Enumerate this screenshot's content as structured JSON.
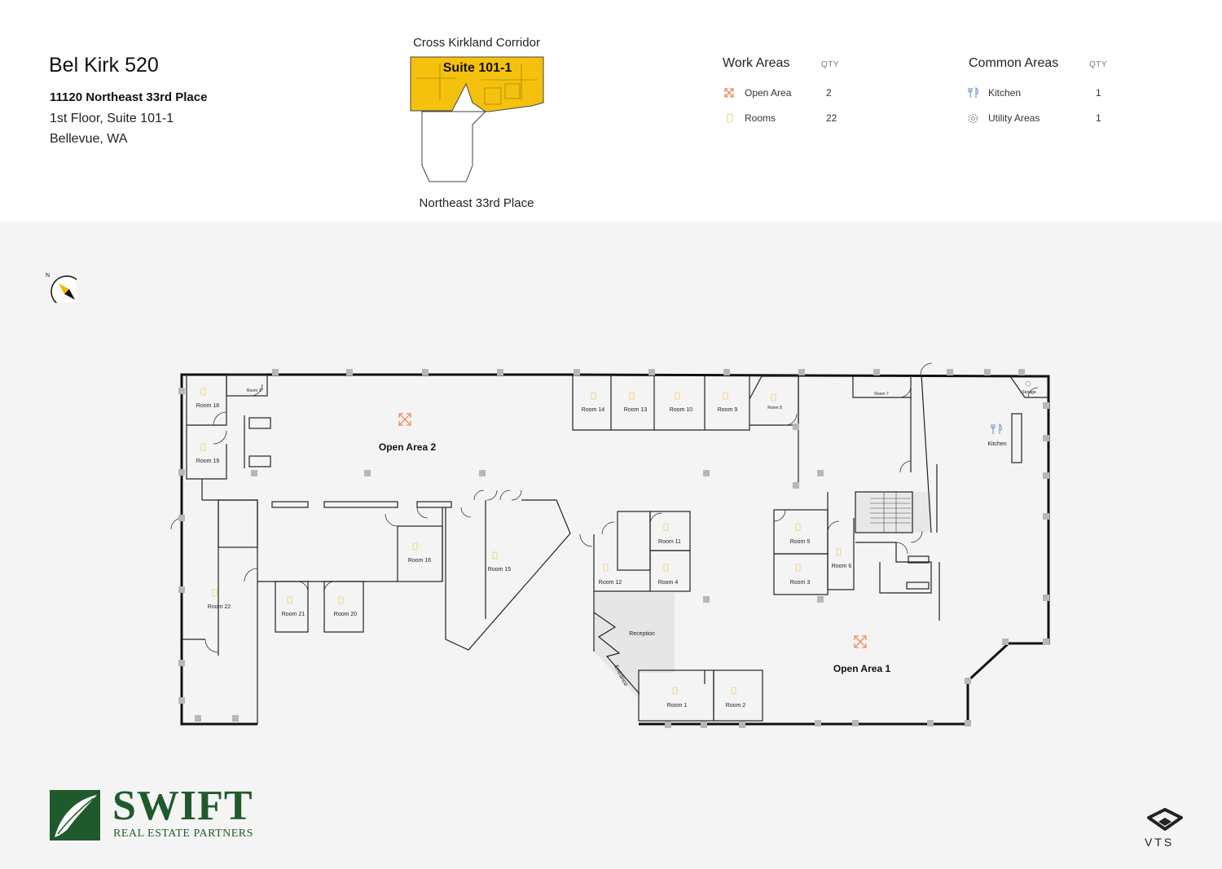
{
  "header": {
    "title": "Bel Kirk 520",
    "address": "11120 Northeast 33rd Place",
    "floor_suite": "1st Floor, Suite 101-1",
    "city": "Bellevue, WA"
  },
  "keyplan": {
    "top_street": "Cross Kirkland Corridor",
    "suite_label": "Suite 101-1",
    "bottom_street": "Northeast 33rd Place",
    "highlight_color": "#f4c20d"
  },
  "work_areas": {
    "heading": "Work Areas",
    "qty_heading": "QTY",
    "items": [
      {
        "icon": "expand-arrows-icon",
        "label": "Open Area",
        "qty": "2"
      },
      {
        "icon": "door-icon",
        "label": "Rooms",
        "qty": "22"
      }
    ]
  },
  "common_areas": {
    "heading": "Common Areas",
    "qty_heading": "QTY",
    "items": [
      {
        "icon": "fork-knife-icon",
        "label": "Kitchen",
        "qty": "1"
      },
      {
        "icon": "gear-icon",
        "label": "Utility Areas",
        "qty": "1"
      }
    ]
  },
  "compass": {
    "north_label": "N"
  },
  "floorplan": {
    "open_areas": [
      "Open Area 2",
      "Open Area 1"
    ],
    "rooms": {
      "room18": "Room 18",
      "room17": "Room 17",
      "room19": "Room 19",
      "room14": "Room 14",
      "room13": "Room 13",
      "room10": "Room 10",
      "room9": "Room 9",
      "room8": "Room 8",
      "room7": "Room 7",
      "storage": "Storage",
      "kitchen": "Kitchen",
      "room16": "Room 16",
      "room15": "Room 15",
      "room22": "Room 22",
      "room21": "Room 21",
      "room20": "Room 20",
      "room11": "Room 11",
      "room12": "Room 12",
      "room4": "Room 4",
      "room5": "Room 5",
      "room6": "Room 6",
      "room3": "Room 3",
      "reception": "Reception",
      "entrance": "Entrance",
      "room1": "Room 1",
      "room2": "Room 2"
    },
    "accent_color": "#f08a5d",
    "room_icon_color": "#f2d27a"
  },
  "branding": {
    "logo_name": "SWIFT",
    "logo_sub": "REAL ESTATE PARTNERS",
    "brand_color": "#1f5a2c",
    "vts": "VTS"
  }
}
